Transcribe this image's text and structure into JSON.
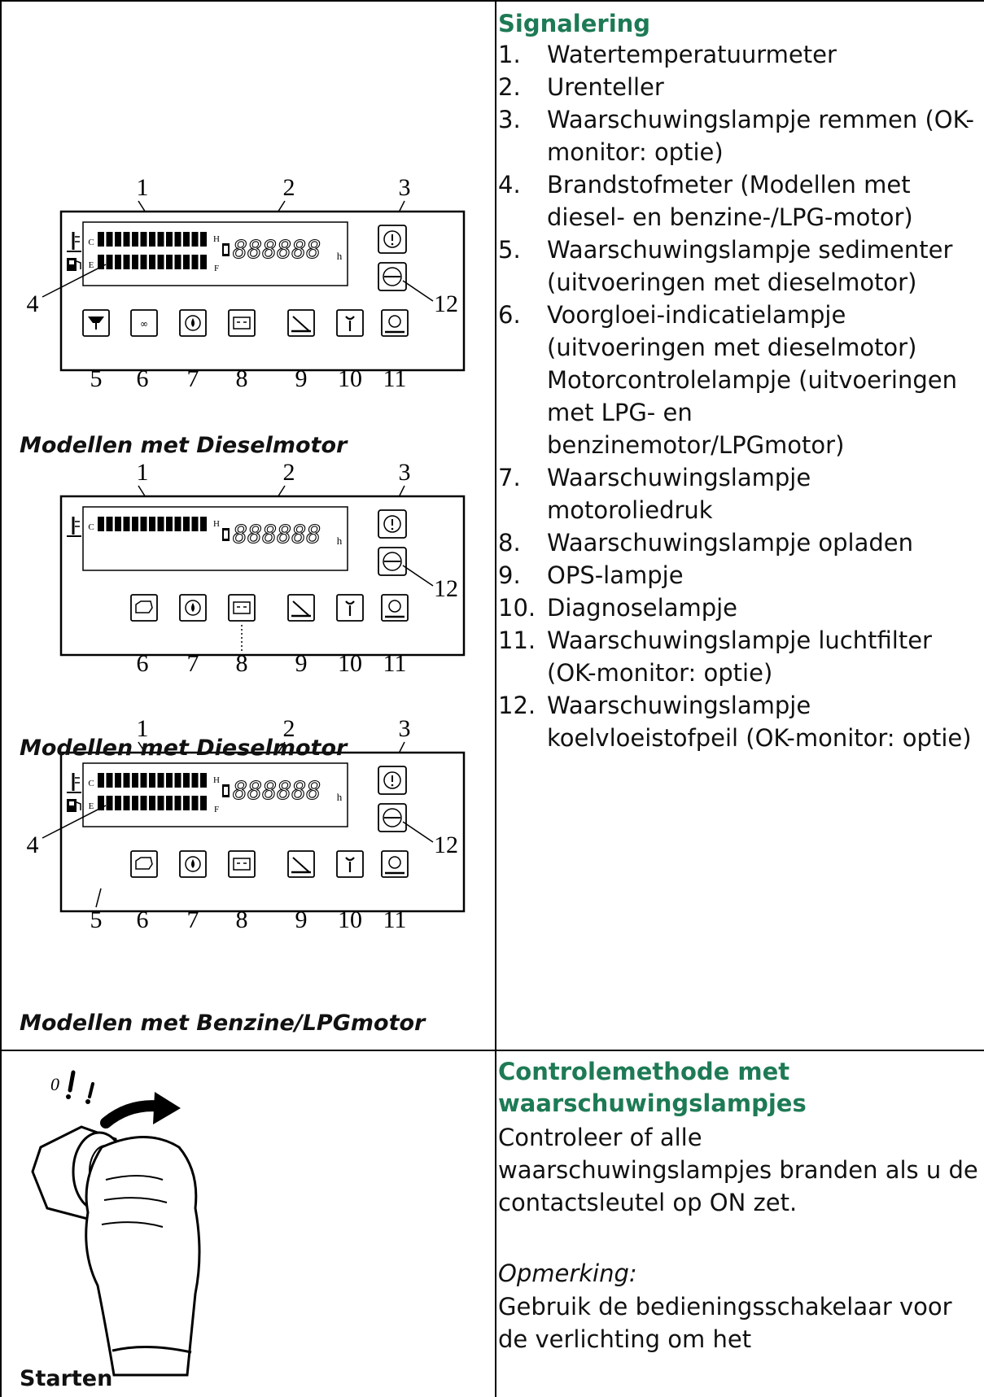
{
  "signalering": {
    "title": "Signalering",
    "items": [
      {
        "num": "1.",
        "text": "Watertemperatuurmeter"
      },
      {
        "num": "2.",
        "text": "Urenteller"
      },
      {
        "num": "3.",
        "text": "Waarschuwingslampje remmen (OK-monitor: optie)"
      },
      {
        "num": "4.",
        "text": "Brandstofmeter (Modellen met diesel- en benzine-/LPG-motor)"
      },
      {
        "num": "5.",
        "text": "Waarschuwingslampje sedimenter (uitvoeringen met dieselmotor)"
      },
      {
        "num": "6.",
        "text": "Voorgloei-indicatielampje (uitvoeringen met dieselmotor) Motorcontrolelampje (uitvoeringen met LPG- en benzinemotor/LPGmotor)"
      },
      {
        "num": "7.",
        "text": "Waarschuwingslampje motoroliedruk"
      },
      {
        "num": "8.",
        "text": "Waarschuwingslampje opladen"
      },
      {
        "num": "9.",
        "text": "OPS-lampje"
      },
      {
        "num": "10.",
        "text": "Diagnoselampje"
      },
      {
        "num": "11.",
        "text": "Waarschuwingslampje luchtfilter (OK-monitor: optie)"
      },
      {
        "num": "12.",
        "text": "Waarschuwingslampje koelvloeistofpeil (OK-monitor: optie)"
      }
    ]
  },
  "panels": [
    {
      "caption": "Modellen met Dieselmotor",
      "numbers_top": [
        "1",
        "2",
        "3"
      ],
      "numbers_bottom": [
        "5",
        "6",
        "7",
        "8",
        "9",
        "10",
        "11"
      ],
      "side_left": "4",
      "side_right": "12",
      "gauge_labels": [
        "C",
        "H",
        "E",
        "F"
      ],
      "hour_unit": "h"
    },
    {
      "caption": "Modellen met Dieselmotor",
      "numbers_top": [
        "1",
        "2",
        "3"
      ],
      "numbers_bottom": [
        "6",
        "7",
        "8",
        "9",
        "10",
        "11"
      ],
      "side_right": "12",
      "gauge_labels": [
        "C",
        "H"
      ],
      "hour_unit": "h"
    },
    {
      "caption": "Modellen met Benzine/LPGmotor",
      "numbers_top": [
        "1",
        "2",
        "3"
      ],
      "numbers_bottom": [
        "5",
        "6",
        "7",
        "8",
        "9",
        "10",
        "11"
      ],
      "side_left": "4",
      "side_right": "12",
      "gauge_labels": [
        "C",
        "H",
        "E",
        "F"
      ],
      "hour_unit": "h"
    }
  ],
  "controle": {
    "title_line1": "Controlemethode met",
    "title_line2": "waarschuwingslampjes",
    "para1": "Controleer of alle waarschuwingslampjes branden als u de contactsleutel op ON zet.",
    "note_label": "Opmerking:",
    "para2": "Gebruik de bedieningsschakelaar voor de verlichting om het"
  },
  "starten_label": "Starten",
  "icons": [
    "temperature-icon",
    "fuel-icon",
    "hourglass-icon",
    "brake-warning-icon",
    "coolant-level-icon",
    "sedimenter-icon",
    "glow-plug-icon",
    "engine-check-icon",
    "oil-pressure-icon",
    "battery-icon",
    "ops-seat-icon",
    "wrench-icon",
    "air-filter-icon",
    "ignition-key-icon"
  ]
}
